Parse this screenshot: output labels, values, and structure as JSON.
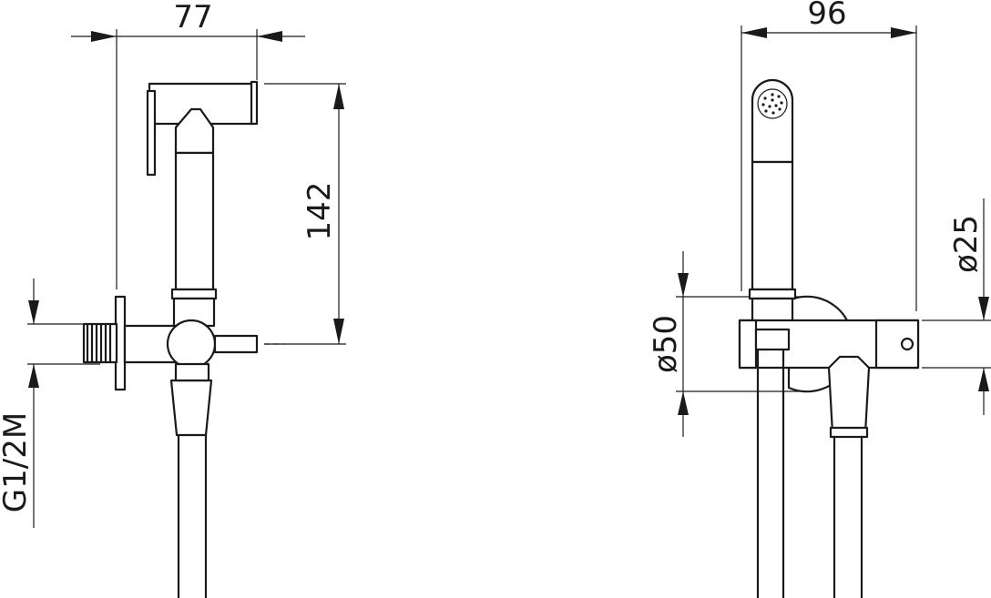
{
  "dimensions": {
    "side_width": "77",
    "side_height": "142",
    "thread": "G1/2M",
    "front_width": "96",
    "front_diameter_large": "ø50",
    "front_diameter_small": "ø25"
  },
  "colors": {
    "line": "#1a1a1a",
    "background": "#ffffff"
  }
}
